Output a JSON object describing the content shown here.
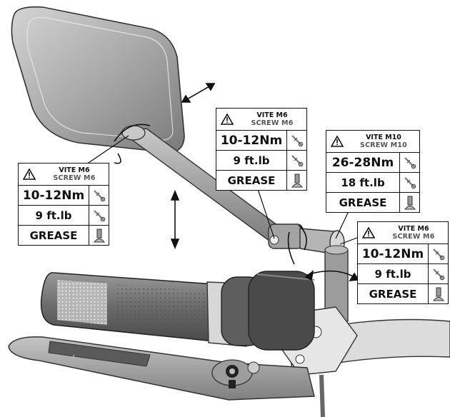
{
  "callouts": [
    {
      "screw_it": "VITE M6",
      "screw_en": "SCREW M6",
      "torque_nm": "10-12Nm",
      "torque_ftlb": "9 ft.lb",
      "lubricant": "GREASE"
    },
    {
      "screw_it": "VITE M6",
      "screw_en": "SCREW M6",
      "torque_nm": "10-12Nm",
      "torque_ftlb": "9 ft.lb",
      "lubricant": "GREASE"
    },
    {
      "screw_it": "VITE M10",
      "screw_en": "SCREW M10",
      "torque_nm": "26-28Nm",
      "torque_ftlb": "18 ft.lb",
      "lubricant": "GREASE"
    },
    {
      "screw_it": "VITE M6",
      "screw_en": "SCREW M6",
      "torque_nm": "10-12Nm",
      "torque_ftlb": "9 ft.lb",
      "lubricant": "GREASE"
    }
  ],
  "icons": {
    "warning": "warning-triangle-icon",
    "torque": "torque-wrench-icon",
    "grease": "grease-tube-icon"
  },
  "colors": {
    "line": "#111111",
    "body": "#9a9a9a",
    "grip": "#6e6e6e",
    "lever": "#8c8c8c",
    "muted": "#555555"
  }
}
